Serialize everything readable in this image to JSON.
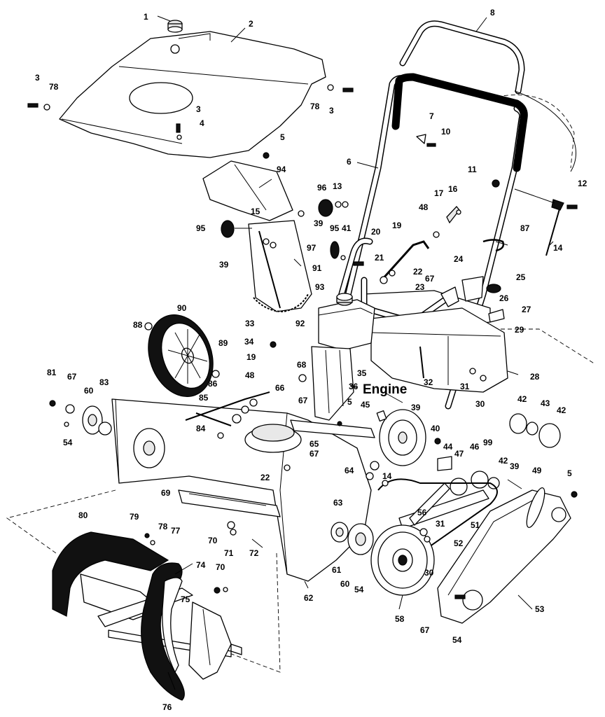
{
  "diagram": {
    "engine_label": "Engine",
    "callouts": {
      "c1": "1",
      "c2": "2",
      "c3a": "3",
      "c3b": "3",
      "c3c": "3",
      "c78a": "78",
      "c78b": "78",
      "c4": "4",
      "c5a": "5",
      "c8": "8",
      "c6": "6",
      "c7": "7",
      "c10": "10",
      "c94": "94",
      "c96": "96",
      "c13": "13",
      "c15": "15",
      "c95a": "95",
      "c39a": "39",
      "c95b": "95",
      "c41": "41",
      "c39b": "39",
      "c97": "97",
      "c91": "91",
      "c20": "20",
      "c21": "21",
      "c19a": "19",
      "c48a": "48",
      "c17": "17",
      "c16": "16",
      "c11": "11",
      "c12": "12",
      "c87": "87",
      "c14a": "14",
      "c22a": "22",
      "c67a": "67",
      "c23": "23",
      "c24": "24",
      "c25": "25",
      "c26": "26",
      "c27": "27",
      "c29": "29",
      "c28": "28",
      "c93": "93",
      "c92": "92",
      "c90": "90",
      "c88": "88",
      "c89": "89",
      "c33": "33",
      "c34": "34",
      "c35": "35",
      "c19b": "19",
      "c48b": "48",
      "c68": "68",
      "c36": "36",
      "c32": "32",
      "c31a": "31",
      "c30a": "30",
      "c81": "81",
      "c67b": "67",
      "c60a": "60",
      "c83": "83",
      "c86": "86",
      "c66": "66",
      "c67c": "67",
      "c5b": "5",
      "c45": "45",
      "c39c": "39",
      "c42a": "42",
      "c43": "43",
      "c42b": "42",
      "c85": "85",
      "c54a": "54",
      "c84": "84",
      "c40": "40",
      "c44": "44",
      "c46": "46",
      "c99": "99",
      "c47": "47",
      "c42c": "42",
      "c39d": "39",
      "c49": "49",
      "c5c": "5",
      "c65": "65",
      "c67d": "67",
      "c22b": "22",
      "c64": "64",
      "c14b": "14",
      "c69": "69",
      "c63": "63",
      "c56": "56",
      "c51": "51",
      "c80": "80",
      "c79": "79",
      "c78c": "78",
      "c77": "77",
      "c70a": "70",
      "c71": "71",
      "c72": "72",
      "c31b": "31",
      "c52": "52",
      "c61": "61",
      "c60b": "60",
      "c54b": "54",
      "c30b": "30",
      "c74": "74",
      "c70b": "70",
      "c75": "75",
      "c62": "62",
      "c58": "58",
      "c53": "53",
      "c67e": "67",
      "c54c": "54",
      "c76": "76"
    }
  }
}
